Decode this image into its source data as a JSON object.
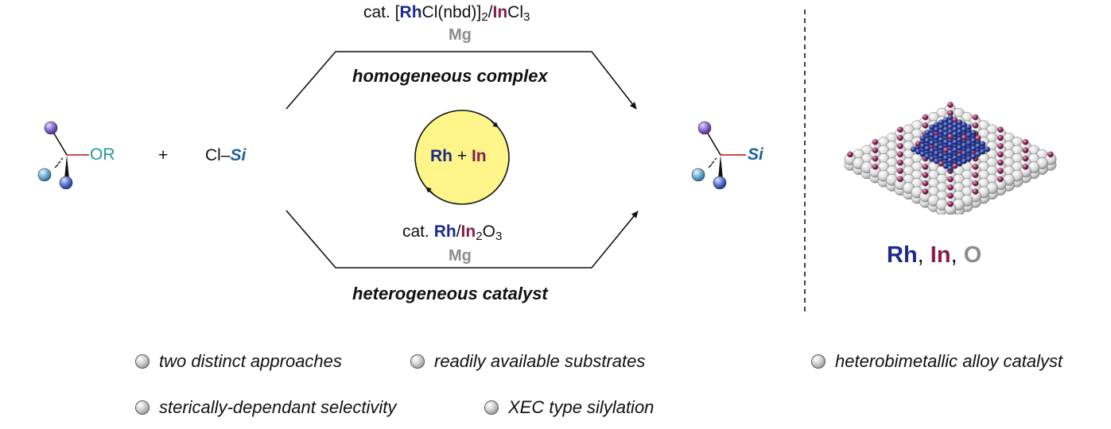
{
  "reaction": {
    "top_reagent": {
      "bracket_open": "cat. [",
      "rh": "Rh",
      "mid": "Cl(nbd)]",
      "sub2": "2",
      "slash": "/",
      "in": "In",
      "cl": "Cl",
      "sub3": "3"
    },
    "top_reductant": "Mg",
    "top_route_label": "homogeneous complex",
    "bottom_reagent": {
      "prefix": "cat. ",
      "rh": "Rh",
      "slash": "/",
      "in": "In",
      "sub2": "2",
      "o": "O",
      "sub3": "3"
    },
    "bottom_reductant": "Mg",
    "bottom_route_label": "heterogeneous catalyst",
    "cycle": {
      "rh": "Rh",
      "plus": " + ",
      "in": "In"
    },
    "substrate_group": "OR",
    "plus_sign": "+",
    "silyl_reagent": {
      "cl": "Cl–",
      "si": "Si"
    },
    "product_group": "Si"
  },
  "catalyst_legend": {
    "rh": "Rh",
    "sep1": ", ",
    "in": "In",
    "sep2": ", ",
    "o": "O"
  },
  "highlights": [
    "two distinct approaches",
    "readily available substrates",
    "heterobimetallic alloy catalyst",
    "sterically-dependant selectivity",
    "XEC type silylation"
  ],
  "colors": {
    "rh": "#1b2a8c",
    "in": "#8a1a4e",
    "o": "#8c8c8c",
    "si": "#1c5f9c",
    "or": "#1f9aa1",
    "cycle_fill": "#fdf58a"
  }
}
